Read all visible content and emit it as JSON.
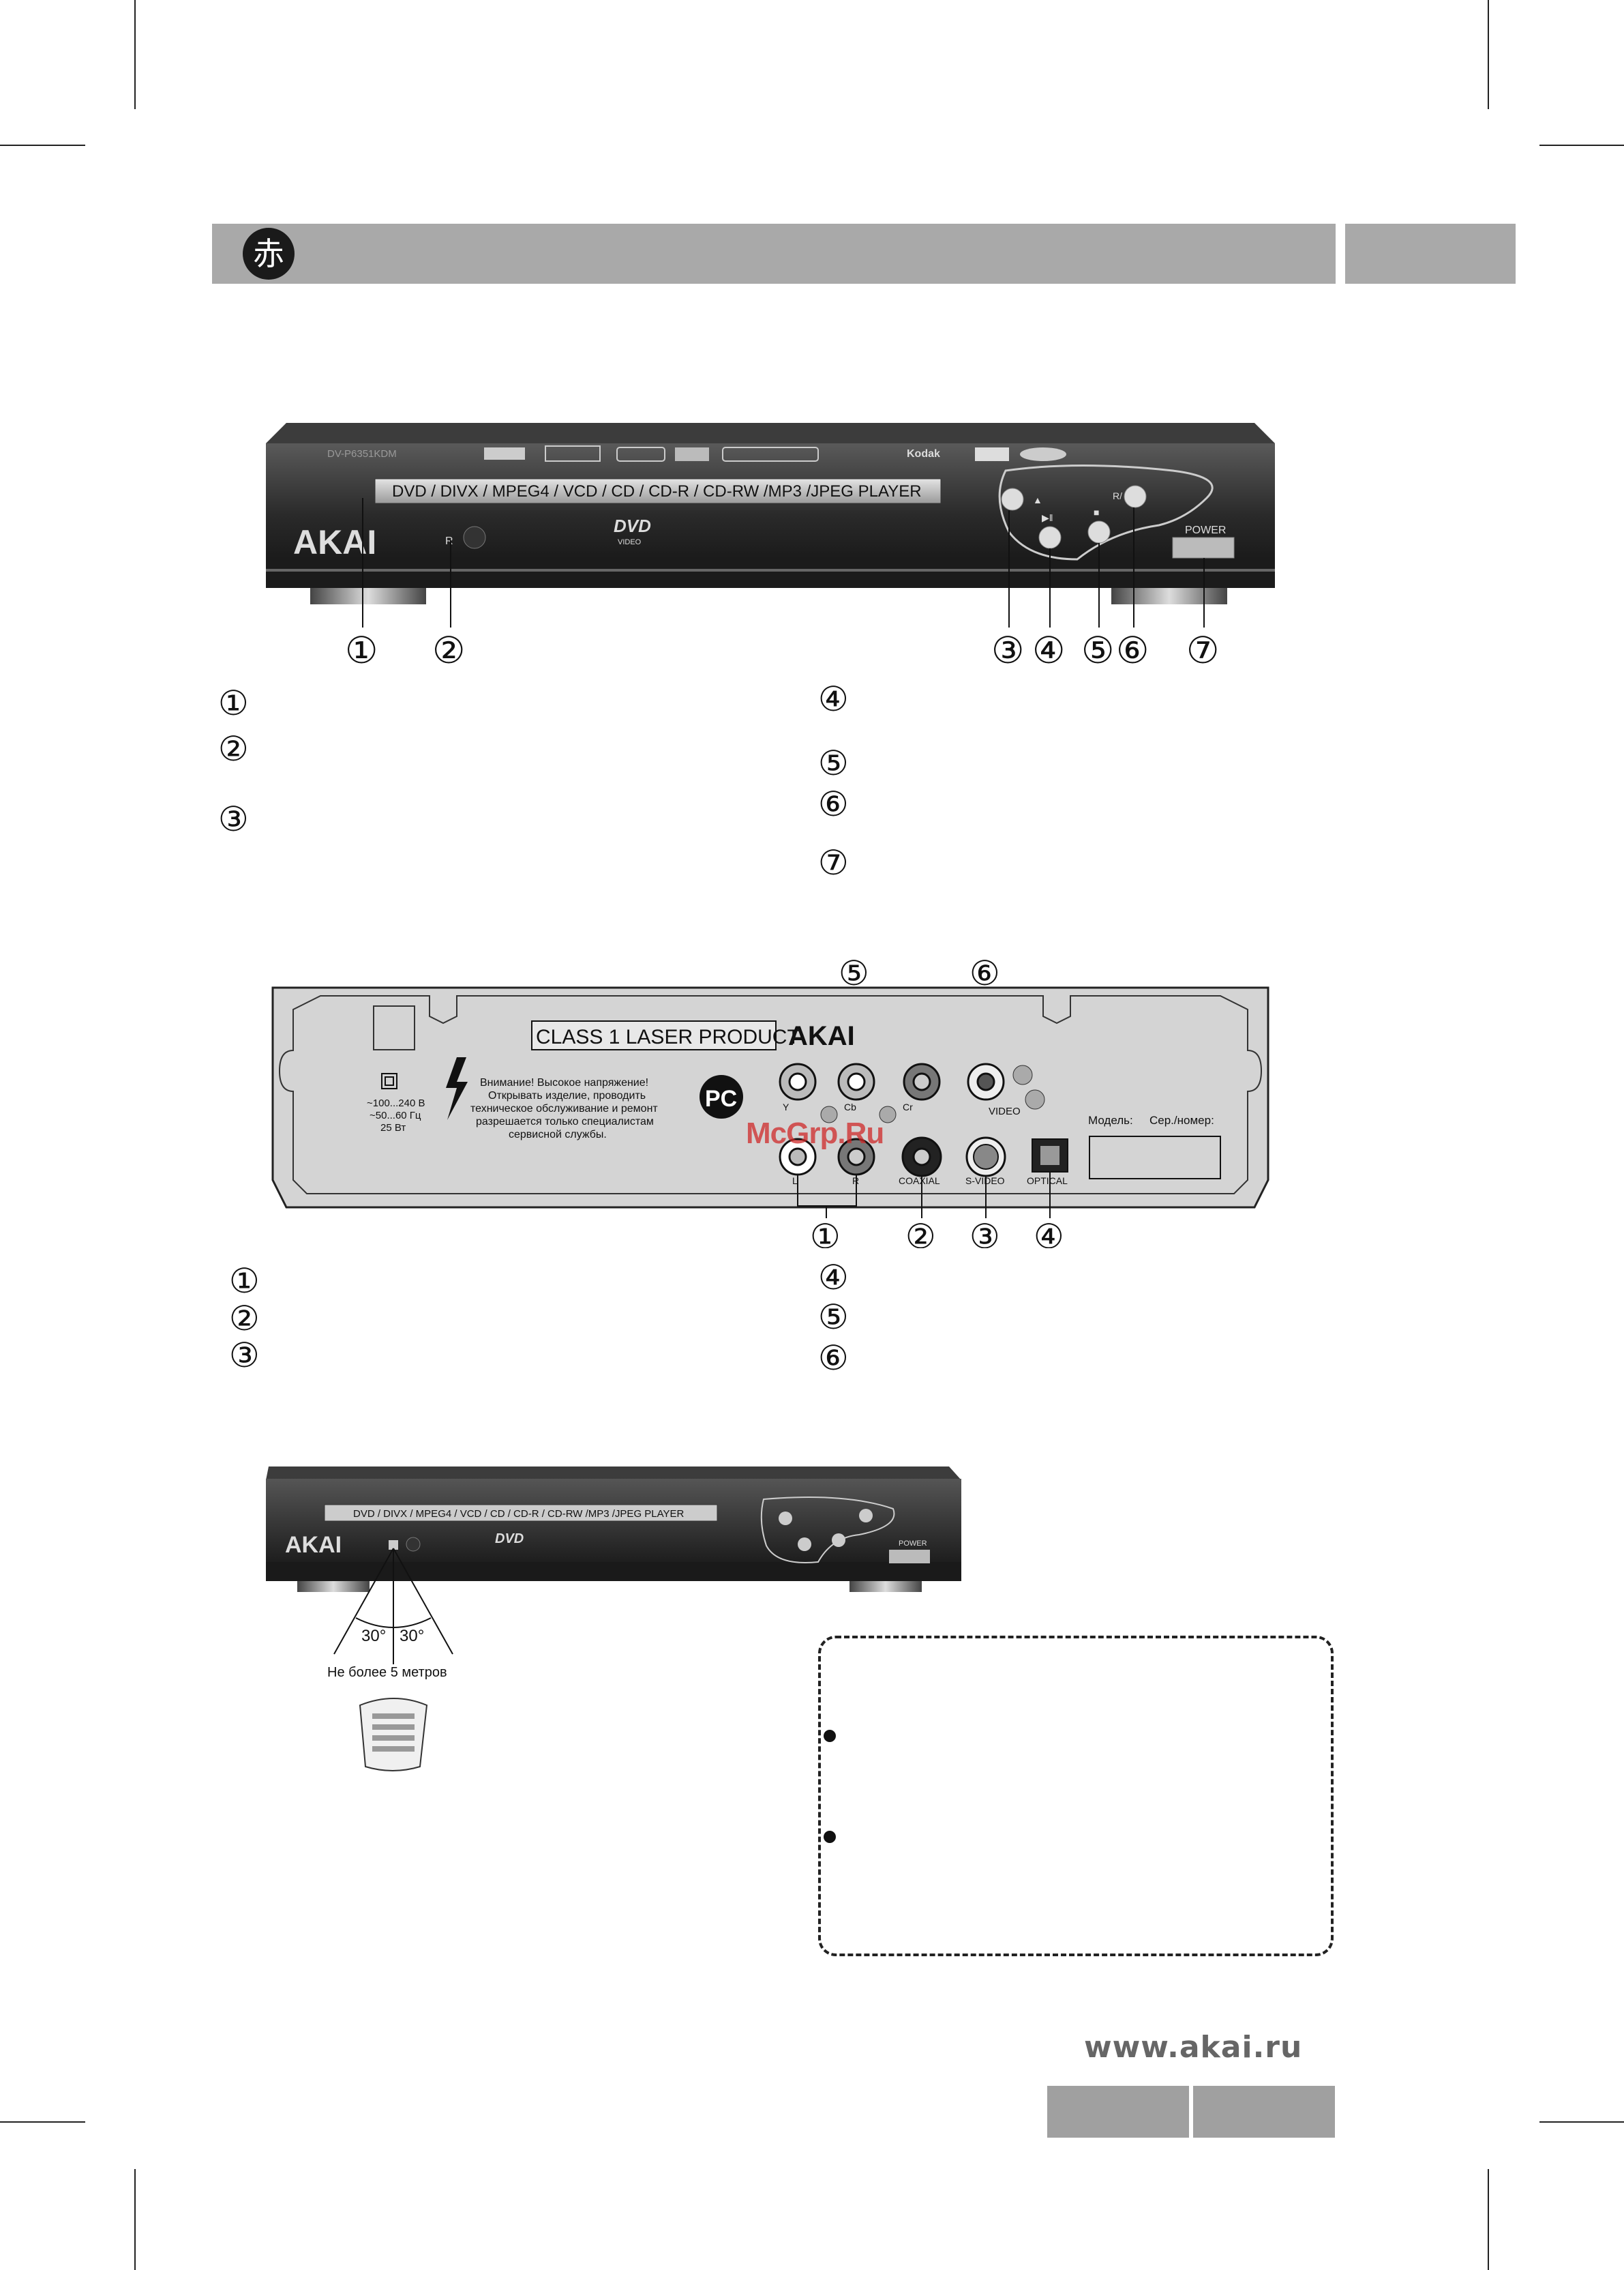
{
  "header": {
    "logo_glyph": "赤"
  },
  "front_panel": {
    "model": "DV-P6351KDM",
    "display_strip": "DVD / DIVX / MPEG4 / VCD / CD / CD-R / CD-RW /MP3 /JPEG PLAYER",
    "brand": "AKAI",
    "dvd_logo": "DVD",
    "dvd_sub": "VIDEO",
    "kodak": "Kodak",
    "ir_label": "R",
    "r_label": "R/",
    "power_label": "POWER",
    "callouts": [
      "①",
      "②",
      "③",
      "④",
      "⑤",
      "⑥",
      "⑦"
    ]
  },
  "front_legend": {
    "left": [
      "①",
      "②",
      "③"
    ],
    "right": [
      "④",
      "⑤",
      "⑥",
      "⑦"
    ]
  },
  "rear_panel": {
    "laser_label": "CLASS 1 LASER PRODUCT",
    "brand": "AKAI",
    "warning_lines": [
      "Внимание! Высокое напряжение!",
      "Открывать изделие, проводить",
      "техническое обслуживание и ремонт",
      "разрешается только специалистам",
      "сервисной службы."
    ],
    "power_spec": [
      "~100...240 В",
      "~50...60 Гц",
      "25 Вт"
    ],
    "connector_labels": {
      "y": "Y",
      "cb": "Cb",
      "cr": "Cr",
      "video": "VIDEO",
      "l": "L",
      "r": "R",
      "coaxial": "COAXIAL",
      "svideo": "S-VIDEO",
      "optical": "OPTICAL"
    },
    "model_label": "Модель:",
    "serial_label": "Сер./номер:",
    "callouts_top": [
      "⑤",
      "⑥"
    ],
    "callouts_bottom": [
      "①",
      "②",
      "③",
      "④"
    ]
  },
  "rear_legend": {
    "left": [
      "①",
      "②",
      "③"
    ],
    "right": [
      "④",
      "⑤",
      "⑥"
    ]
  },
  "remote_diagram": {
    "display_strip": "DVD / DIVX / MPEG4 / VCD / CD / CD-R / CD-RW /MP3 /JPEG PLAYER",
    "brand": "AKAI",
    "dvd_logo": "DVD",
    "power_label": "POWER",
    "angle_left": "30°",
    "angle_right": "30°",
    "distance": "Не более 5 метров"
  },
  "watermark": "McGrp.Ru",
  "footer": {
    "url": "www.akai.ru"
  }
}
